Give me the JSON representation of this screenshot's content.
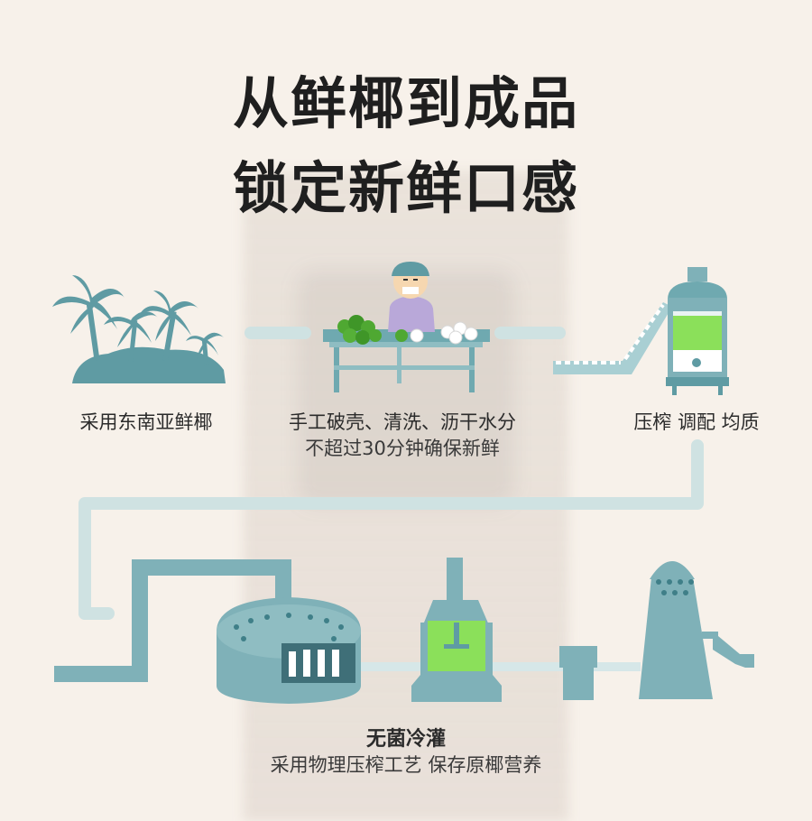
{
  "title": {
    "line1": "从鲜椰到成品",
    "line2": "锁定新鲜口感"
  },
  "steps": [
    {
      "label": "采用东南亚鲜椰"
    },
    {
      "label": "手工破壳、清洗、沥干水分",
      "sub": "不超过30分钟确保新鲜"
    },
    {
      "label": "压榨 调配 均质"
    },
    {
      "label": "无菌冷灌",
      "sub": "采用物理压榨工艺 保存原椰营养"
    }
  ],
  "colors": {
    "teal": "#5f9ba3",
    "teal_dark": "#3f7f88",
    "pipe_light": "#cfe2e2",
    "lavender": "#b9a8d9",
    "green_liquid": "#8be05a",
    "coconut_green": "#4fa832"
  },
  "icons": [
    "palm-trees-icon",
    "worker-icon",
    "coconut-icon",
    "conveyor-icon",
    "mixing-tank-icon",
    "filling-machine-icon",
    "sterilizer-tank-icon",
    "capper-icon",
    "tower-icon"
  ]
}
